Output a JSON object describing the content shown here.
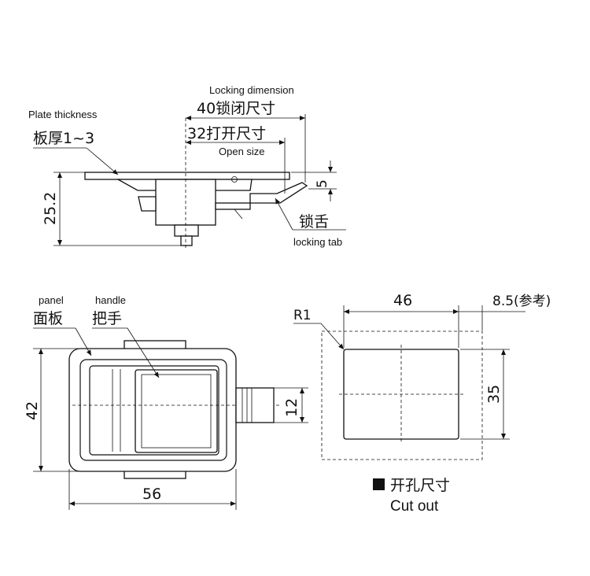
{
  "top_view": {
    "locking_dimension_label": "Locking dimension",
    "locking_dimension_value": "40锁闭尺寸",
    "open_size_value": "32打开尺寸",
    "open_size_label": "Open size",
    "plate_thickness_label": "Plate thickness",
    "plate_thickness_value": "板厚1~3",
    "height_value": "25.2",
    "tab_offset_value": "5",
    "locking_tab_cn": "锁舌",
    "locking_tab_label": "locking tab"
  },
  "front_view": {
    "panel_label": "panel",
    "panel_cn": "面板",
    "handle_label": "handle",
    "handle_cn": "把手",
    "height_value": "42",
    "width_value": "56",
    "tongue_value": "12"
  },
  "cutout": {
    "radius_value": "R1",
    "width_value": "46",
    "reference_value": "8.5(参考)",
    "height_value": "35",
    "title_cn": "开孔尺寸",
    "title_en": "Cut out"
  }
}
